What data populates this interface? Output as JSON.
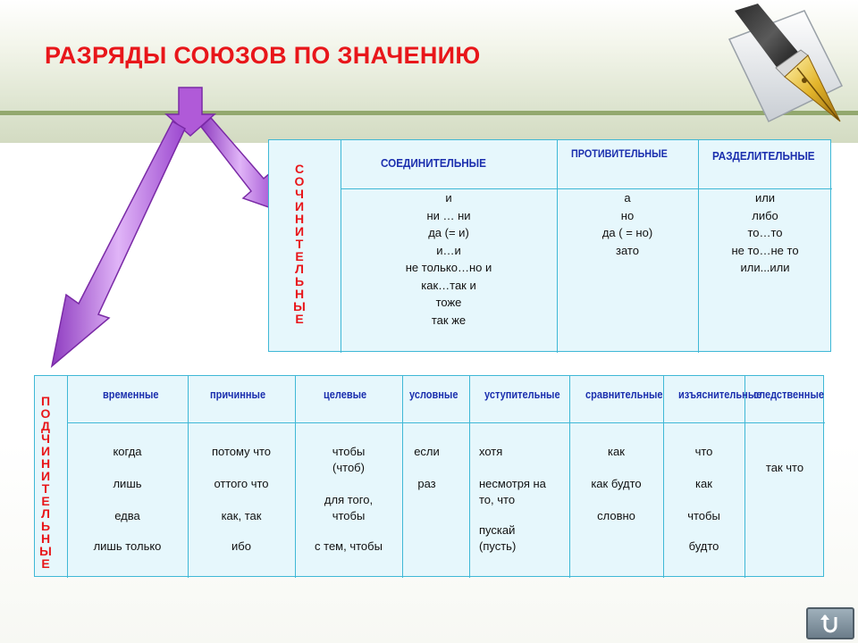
{
  "title": "РАЗРЯДЫ СОЮЗОВ ПО ЗНАЧЕНИЮ",
  "colors": {
    "title": "#e8161a",
    "heading": "#1b2fae",
    "table_bg": "#e6f7fc",
    "table_border": "#3fb8d6",
    "arrow": "#b35be0",
    "band_line": "#93a86e"
  },
  "icons": {
    "pen": "fountain-pen-icon",
    "back": "back-arrow-icon"
  },
  "coordinating": {
    "label": "СОЧИНИТЕЛЬНЫЕ",
    "groups": [
      {
        "heading": "СОЕДИНИТЕЛЬНЫЕ",
        "items": [
          "и",
          "ни … ни",
          "да (= и)",
          "и…и",
          "не только…но и",
          "как…так и",
          "тоже",
          "так же"
        ]
      },
      {
        "heading": "ПРОТИВИТЕЛЬНЫЕ",
        "items": [
          "а",
          "но",
          "да ( = но)",
          "зато"
        ]
      },
      {
        "heading": "РАЗДЕЛИТЕЛЬНЫЕ",
        "items": [
          "или",
          "либо",
          "то…то",
          "не то…не то",
          "или...или"
        ]
      }
    ]
  },
  "subordinating": {
    "label": "ПОДЧИНИТЕЛЬНЫЕ",
    "headers": [
      "временные",
      "причинные",
      "целевые",
      "условные",
      "уступительные",
      "сравнительные",
      "изъяснительные",
      "следственные"
    ],
    "columns": [
      [
        "когда",
        "лишь",
        "едва",
        "лишь только"
      ],
      [
        "потому что",
        "оттого что",
        "как, так",
        "ибо"
      ],
      [
        "чтобы",
        "(чтоб)",
        "для того,",
        "чтобы",
        "с тем, чтобы"
      ],
      [
        "если",
        "раз"
      ],
      [
        "хотя",
        "несмотря на",
        "то, что",
        "пускай",
        "(пусть)"
      ],
      [
        "как",
        "как будто",
        "словно"
      ],
      [
        "что",
        "как",
        "чтобы",
        "будто"
      ],
      [
        "так что"
      ]
    ]
  }
}
